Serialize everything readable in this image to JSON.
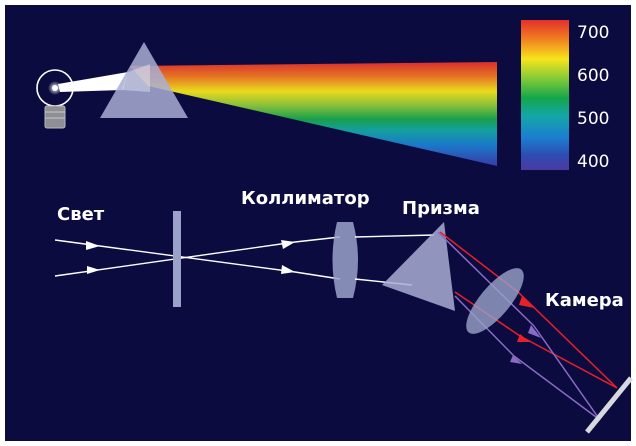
{
  "labels": {
    "light": "Свет",
    "collimator": "Коллиматор",
    "prism": "Призма",
    "camera": "Камера"
  },
  "wavelength_scale": {
    "ticks": [
      "700",
      "600",
      "500",
      "400"
    ]
  },
  "colors": {
    "background": "#0b0b40",
    "component": "#9aa2c9",
    "ray_white": "#ffffff",
    "ray_red": "#e8202a",
    "ray_violet": "#8a6bc4"
  },
  "icons": {
    "light_source": "light-bulb-icon"
  }
}
